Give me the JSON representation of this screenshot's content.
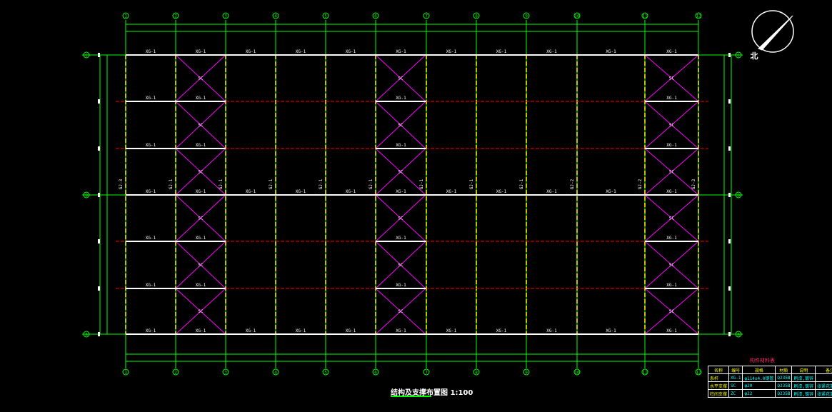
{
  "drawing": {
    "title": "结构及支撑布置图 1:100",
    "grid_cols": [
      "1",
      "2",
      "3",
      "4",
      "5",
      "6",
      "7",
      "8",
      "9",
      "10",
      "11",
      "12"
    ],
    "grid_rows": [
      "C",
      "B",
      "A"
    ],
    "beam_top": [
      "XG-1",
      "XG-1",
      "XG-1",
      "XG-1",
      "XG-1",
      "XG-1",
      "XG-1",
      "XG-1",
      "XG-1",
      "XG-1",
      "XG-1"
    ],
    "beam_mid": [
      "XG-1",
      "XG-1",
      "XG-1",
      "XG-1",
      "XG-1",
      "XG-1",
      "XG-1",
      "XG-1",
      "XG-1",
      "XG-1",
      "XG-1"
    ],
    "beam_bot": [
      "XG-1",
      "XG-1",
      "XG-1",
      "XG-1",
      "XG-1",
      "XG-1",
      "XG-1",
      "XG-1",
      "XG-1",
      "XG-1",
      "XG-1"
    ],
    "beam_inner": "XG-1",
    "brace_label": "SC",
    "frame_labels": [
      "GJ-3",
      "GJ-1",
      "GJ-1",
      "GJ-1",
      "GJ-1",
      "GJ-1",
      "GJ-1",
      "GJ-1",
      "GJ-1",
      "GJ-2",
      "GJ-2",
      "GJ-3"
    ],
    "north_label": "北"
  },
  "legend": {
    "title": "构件材料表",
    "headers": [
      "名称",
      "编号",
      "规格",
      "材质",
      "说明",
      "备注"
    ],
    "rows": [
      [
        "系杆",
        "XG-1",
        "φ114x4.0钢管",
        "Q235B",
        "刷漆,镀锌",
        ""
      ],
      [
        "水平支撑",
        "SC",
        "φ20",
        "Q235B",
        "刷漆,镀锌",
        "张紧花篮螺栓"
      ],
      [
        "柱间支撑",
        "ZC",
        "φ22",
        "Q235B",
        "刷漆,镀锌",
        "张紧花篮螺栓"
      ]
    ]
  },
  "colors": {
    "grid_line": "#00ff00",
    "axis_dash": "#ffff00",
    "beam": "#ffffff",
    "bracing": "#ff00ff",
    "purlin": "#ff0000",
    "legend_text": "#00ffff"
  }
}
